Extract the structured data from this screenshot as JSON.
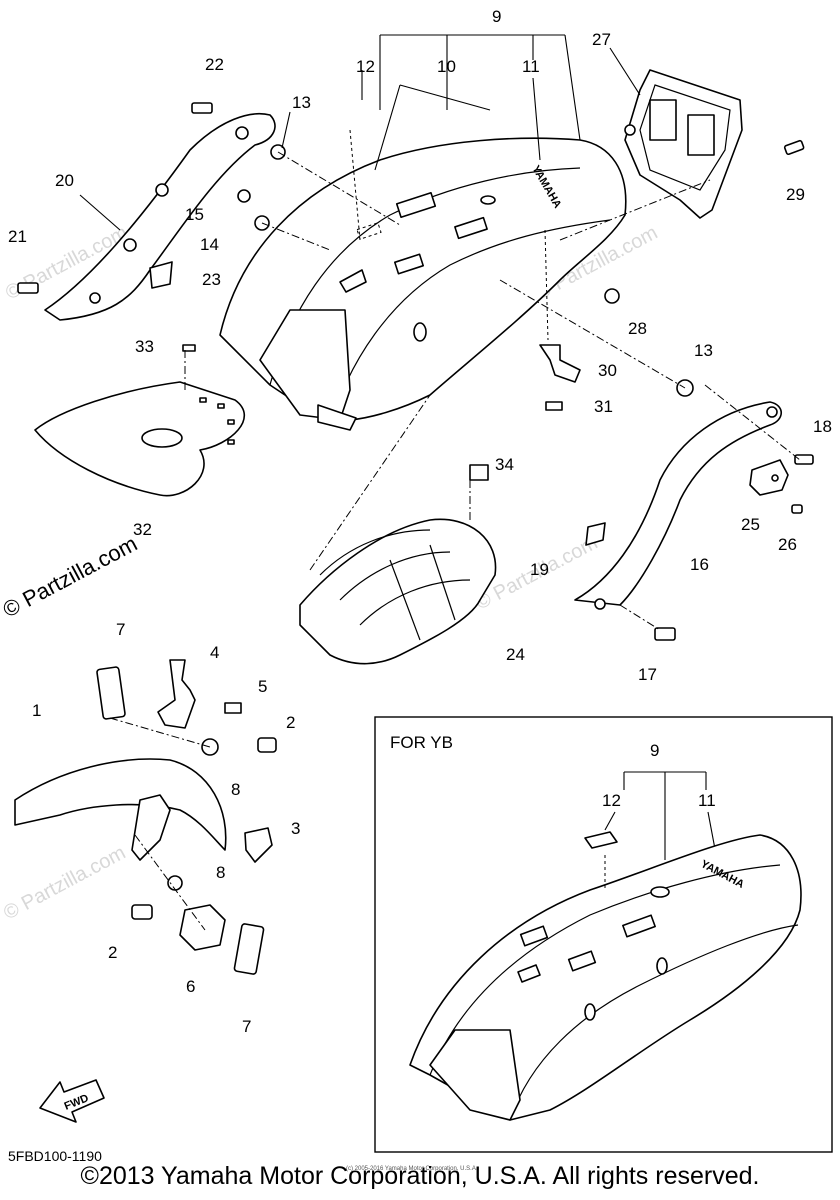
{
  "callouts": {
    "c1": "1",
    "c2a": "2",
    "c2b": "2",
    "c3": "3",
    "c4": "4",
    "c5": "5",
    "c6": "6",
    "c7a": "7",
    "c7b": "7",
    "c8a": "8",
    "c8b": "8",
    "c9": "9",
    "c10": "10",
    "c11": "11",
    "c12": "12",
    "c13a": "13",
    "c13b": "13",
    "c14": "14",
    "c15": "15",
    "c16": "16",
    "c17": "17",
    "c18": "18",
    "c19": "19",
    "c20": "20",
    "c21": "21",
    "c22": "22",
    "c23": "23",
    "c24": "24",
    "c25": "25",
    "c26": "26",
    "c27": "27",
    "c28": "28",
    "c29": "29",
    "c30": "30",
    "c31": "31",
    "c32": "32",
    "c33": "33",
    "c34": "34"
  },
  "inset": {
    "title": "FOR YB",
    "c9": "9",
    "c12": "12",
    "c11": "11",
    "brand": "YAMAHA"
  },
  "brand_main": "YAMAHA",
  "fwd_label": "FWD",
  "watermark": "© Partzilla.com",
  "watermark_light": "© Partzilla.com",
  "diagram_code": "5FBD100-1190",
  "small_copyright": "(c) 2005-2016 Yamaha Motor Corporation, U.S.A.",
  "copyright": "©2013 Yamaha Motor Corporation, U.S.A. All rights reserved."
}
